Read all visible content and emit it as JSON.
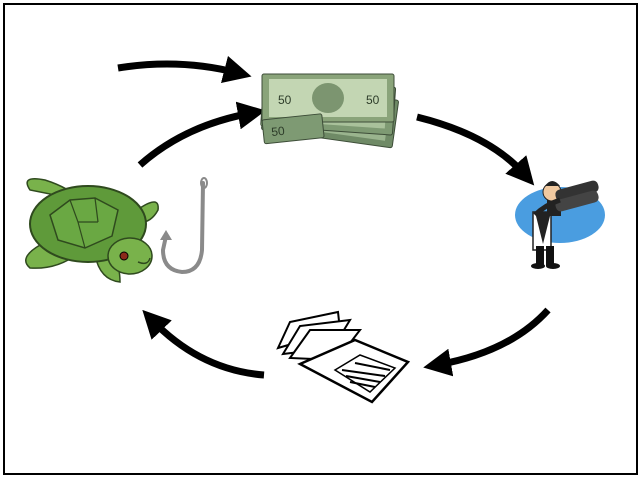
{
  "diagram": {
    "type": "cycle",
    "nodes": [
      {
        "id": "money",
        "icon": "money-stack-icon"
      },
      {
        "id": "observer",
        "icon": "binoculars-person-icon"
      },
      {
        "id": "documents",
        "icon": "folder-documents-icon"
      },
      {
        "id": "turtle-bycatch",
        "icon": "sea-turtle-icon"
      },
      {
        "id": "fishing-hook",
        "icon": "fish-hook-icon"
      }
    ],
    "edges": [
      {
        "from": "external-input",
        "to": "money"
      },
      {
        "from": "turtle-bycatch",
        "to": "money"
      },
      {
        "from": "money",
        "to": "observer"
      },
      {
        "from": "observer",
        "to": "documents"
      },
      {
        "from": "documents",
        "to": "turtle-bycatch"
      }
    ]
  },
  "colors": {
    "arrow": "#000000",
    "turtle_shell": "#5f9a3a",
    "turtle_skin": "#79b24b",
    "money": "#8aa47a",
    "observer_spot": "#4a9de0"
  }
}
